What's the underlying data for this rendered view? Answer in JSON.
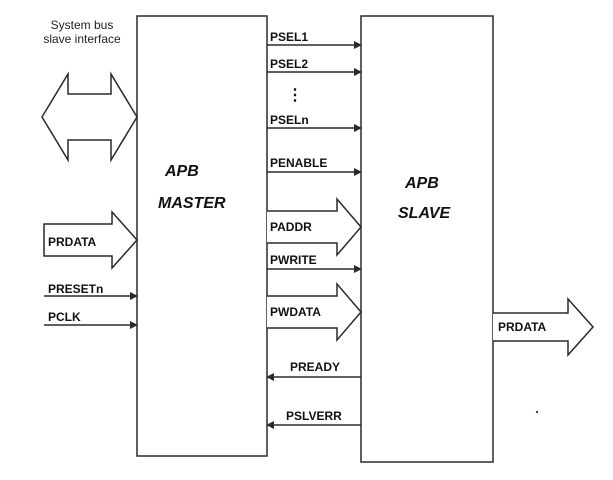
{
  "annotation": {
    "line1": "System bus",
    "line2": "slave interface"
  },
  "master": {
    "line1": "APB",
    "line2": "MASTER"
  },
  "slave": {
    "line1": "APB",
    "line2": "SLAVE"
  },
  "master_inputs": {
    "prdata": "PRDATA",
    "presetn": "PRESETn",
    "pclk": "PCLK"
  },
  "signals": {
    "psel1": "PSEL1",
    "psel2": "PSEL2",
    "ellipsis": "⋮",
    "pseln": "PSELn",
    "penable": "PENABLE",
    "paddr": "PADDR",
    "pwrite": "PWRITE",
    "pwdata": "PWDATA",
    "pready": "PREADY",
    "pslverr": "PSLVERR"
  },
  "slave_output": {
    "prdata": "PRDATA"
  },
  "colors": {
    "line": "#2a2a2a",
    "fill": "#ffffff"
  }
}
